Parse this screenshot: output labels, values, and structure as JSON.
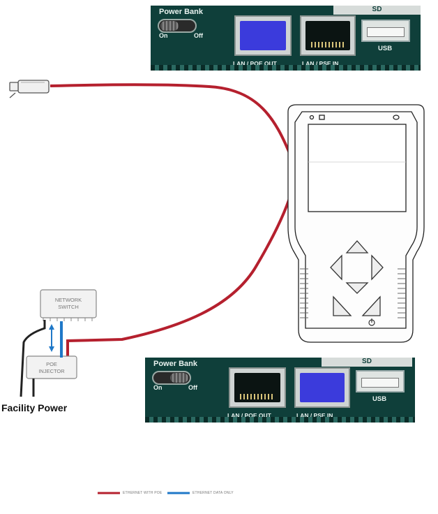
{
  "top_panel": {
    "power_bank": "Power Bank",
    "on": "On",
    "off": "Off",
    "sd": "SD",
    "lan_poe_out": "LAN / POE OUT",
    "lan_pse_in": "LAN / PSE IN",
    "usb": "USB",
    "active_port": "lan_poe_out"
  },
  "bottom_panel": {
    "power_bank": "Power Bank",
    "on": "On",
    "off": "Off",
    "sd": "SD",
    "lan_poe_out": "LAN / POE OUT",
    "lan_pse_in": "LAN / PSE IN",
    "usb": "USB",
    "active_port": "lan_pse_in"
  },
  "devices": {
    "network_switch": [
      "NETWORK",
      "SWITCH"
    ],
    "poe_injector": [
      "POE",
      "INJECTOR"
    ],
    "facility_power": "Facility Power"
  },
  "legend": {
    "poe_label": "ETHERNET WITH POE",
    "poe_color": "#b5202e",
    "data_label": "ETHERNET DATA ONLY",
    "data_color": "#1f78c8"
  },
  "colors": {
    "panel_bg": "#0f3f3a",
    "active_port": "#3b3bdc"
  }
}
